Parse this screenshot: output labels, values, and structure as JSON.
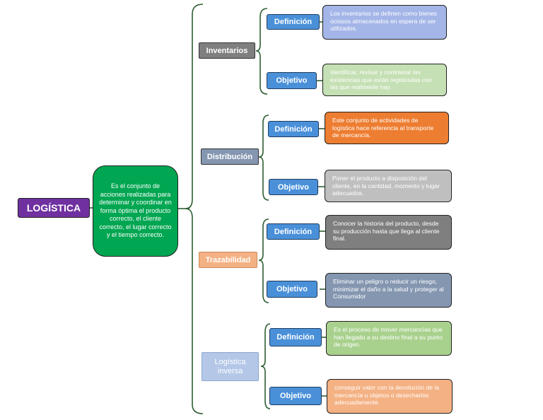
{
  "root": {
    "label": "LOGÍSTICA"
  },
  "definition": {
    "text": "Es el conjunto de acciones realizadas para determinar y coordinar en forma óptima el producto correcto, el cliente correcto, el lugar correcto y el tiempo correcto."
  },
  "categories": [
    {
      "label": "Inventarios",
      "definition_label": "Definición",
      "definition_text": "Los inventarios se definen como bienes ociosos almacenados en espera de ser utilizados.",
      "objective_label": "Objetivo",
      "objective_text": "Identificar, revisar y contrastar las existencias que están registradas con las que realmente hay."
    },
    {
      "label": "Distribución",
      "definition_label": "Definición",
      "definition_text": "Este conjunto de actividades de logística hace referencia al transporte de mercancía.",
      "objective_label": "Objetivo",
      "objective_text": "Poner el producto a disposición del cliente, en la cantidad, momento y lugar adecuados."
    },
    {
      "label": "Trazabilidad",
      "definition_label": "Definición",
      "definition_text": "Conocer la historia del producto, desde su producción hasta que llega al cliente final.",
      "objective_label": "Objetivo",
      "objective_text": "Eliminar un peligro o reducir un riesgo, minimizar el daño a la salud y proteger al Consumidor"
    },
    {
      "label": "Logística inversa",
      "definition_label": "Definición",
      "definition_text": "Es el proceso de mover mercancías que han llegado a su destino final a su punto de origen.",
      "objective_label": "Objetivo",
      "objective_text": "conseguir valor con la devolución de la mercancía u objetos o desecharlos adecuadamente."
    }
  ],
  "colors": {
    "root": "#7030a0",
    "definition": "#00a651",
    "label": "#4a90d9",
    "bracket": "#2e5e33",
    "inventarios": "#7f7f7f",
    "distribucion": "#8496b0",
    "trazabilidad": "#f4b183",
    "logistica_inversa": "#b4c7e7",
    "inv_def": "#a4b5e8",
    "inv_obj": "#c5e0b4",
    "dis_def": "#ed7d31",
    "dis_obj": "#bfbfbf",
    "tra_def": "#7f7f7f",
    "tra_obj": "#8496b0",
    "log_def": "#a9d18e",
    "log_obj": "#f4b183"
  }
}
